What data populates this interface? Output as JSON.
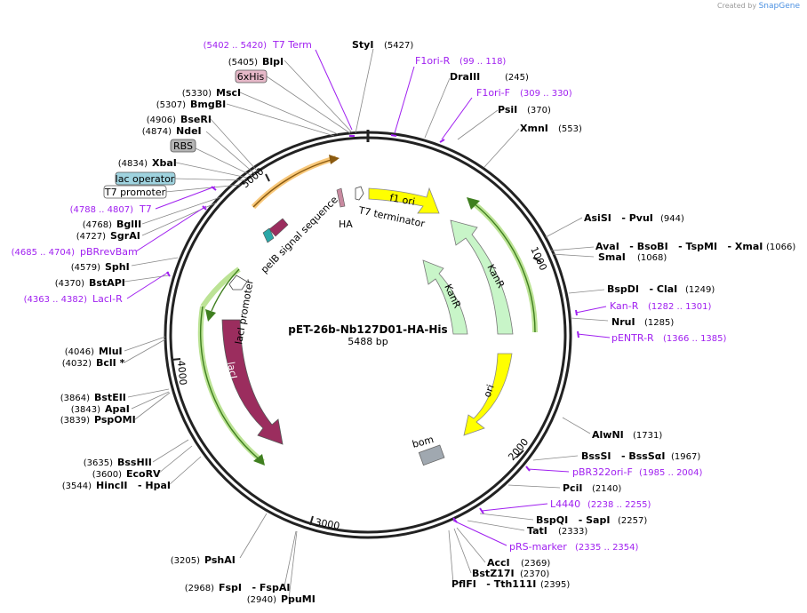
{
  "credit": {
    "prefix": "Created by",
    "brand": "SnapGene"
  },
  "plasmid": {
    "name": "pET-26b-Nb127D01-HA-His",
    "length_label": "5488 bp"
  },
  "ticks": [
    "1000",
    "2000",
    "3000",
    "4000",
    "5000"
  ],
  "sites": [
    {
      "name": "StyI",
      "pos": "(5427)",
      "color": "#000000"
    },
    {
      "name": "BlpI",
      "pos": "(5405)",
      "color": "#000000"
    },
    {
      "name": "MscI",
      "pos": "(5330)",
      "color": "#000000"
    },
    {
      "name": "BmgBI",
      "pos": "(5307)",
      "color": "#000000"
    },
    {
      "name": "BseRI",
      "pos": "(4906)",
      "color": "#000000"
    },
    {
      "name": "NdeI",
      "pos": "(4874)",
      "color": "#000000"
    },
    {
      "name": "XbaI",
      "pos": "(4834)",
      "color": "#000000"
    },
    {
      "name": "BglII",
      "pos": "(4768)",
      "color": "#000000"
    },
    {
      "name": "SgrAI",
      "pos": "(4727)",
      "color": "#000000"
    },
    {
      "name": "SphI",
      "pos": "(4579)",
      "color": "#000000"
    },
    {
      "name": "BstAPI",
      "pos": "(4370)",
      "color": "#000000"
    },
    {
      "name": "MluI",
      "pos": "(4046)",
      "color": "#000000"
    },
    {
      "name": "BclI *",
      "pos": "(4032)",
      "color": "#000000"
    },
    {
      "name": "BstEII",
      "pos": "(3864)",
      "color": "#000000"
    },
    {
      "name": "ApaI",
      "pos": "(3843)",
      "color": "#000000"
    },
    {
      "name": "PspOMI",
      "pos": "(3839)",
      "color": "#000000"
    },
    {
      "name": "BssHII",
      "pos": "(3635)",
      "color": "#000000"
    },
    {
      "name": "EcoRV",
      "pos": "(3600)",
      "color": "#000000"
    },
    {
      "name": "HincII   - HpaI",
      "pos": "(3544)",
      "color": "#000000"
    },
    {
      "name": "PshAI",
      "pos": "(3205)",
      "color": "#000000"
    },
    {
      "name": "FspI   - FspAI",
      "pos": "(2968)",
      "color": "#000000"
    },
    {
      "name": "PpuMI",
      "pos": "(2940)",
      "color": "#000000"
    },
    {
      "name": "DraIII",
      "pos": "(245)",
      "color": "#000000"
    },
    {
      "name": "PsiI",
      "pos": "(370)",
      "color": "#000000"
    },
    {
      "name": "XmnI",
      "pos": "(553)",
      "color": "#000000"
    },
    {
      "name": "AsiSI   - PvuI",
      "pos": "(944)",
      "color": "#000000"
    },
    {
      "name": "AvaI   - BsoBI   - TspMI   - XmaI",
      "pos": "(1066)",
      "color": "#000000"
    },
    {
      "name": "SmaI",
      "pos": "(1068)",
      "color": "#000000"
    },
    {
      "name": "BspDI   - ClaI",
      "pos": "(1249)",
      "color": "#000000"
    },
    {
      "name": "NruI",
      "pos": "(1285)",
      "color": "#000000"
    },
    {
      "name": "AlwNI",
      "pos": "(1731)",
      "color": "#000000"
    },
    {
      "name": "BssSI   - BssSαI",
      "pos": "(1967)",
      "color": "#000000"
    },
    {
      "name": "PciI",
      "pos": "(2140)",
      "color": "#000000"
    },
    {
      "name": "BspQI   - SapI",
      "pos": "(2257)",
      "color": "#000000"
    },
    {
      "name": "TatI",
      "pos": "(2333)",
      "color": "#000000"
    },
    {
      "name": "AccI",
      "pos": "(2369)",
      "color": "#000000"
    },
    {
      "name": "BstZ17I",
      "pos": "(2370)",
      "color": "#000000"
    },
    {
      "name": "PflFI   - Tth111I",
      "pos": "(2395)",
      "color": "#000000"
    }
  ],
  "primers": [
    {
      "name": "T7 Term",
      "pos": "(5402 .. 5420)"
    },
    {
      "name": "F1ori-R",
      "pos": "(99 .. 118)"
    },
    {
      "name": "F1ori-F",
      "pos": "(309 .. 330)"
    },
    {
      "name": "T7",
      "pos": "(4788 .. 4807)"
    },
    {
      "name": "pBRrevBam",
      "pos": "(4685 .. 4704)"
    },
    {
      "name": "LacI-R",
      "pos": "(4363 .. 4382)"
    },
    {
      "name": "Kan-R",
      "pos": "(1282 .. 1301)"
    },
    {
      "name": "pENTR-R",
      "pos": "(1366 .. 1385)"
    },
    {
      "name": "pBR322ori-F",
      "pos": "(1985 .. 2004)"
    },
    {
      "name": "L4440",
      "pos": "(2238 .. 2255)"
    },
    {
      "name": "pRS-marker",
      "pos": "(2335 .. 2354)"
    }
  ],
  "boxed_features": [
    {
      "name": "6xHis",
      "fill": "#e6b8c8"
    },
    {
      "name": "RBS",
      "fill": "#b4b4b4"
    },
    {
      "name": "lac operator",
      "fill": "#9fd3df"
    },
    {
      "name": "T7 promoter",
      "fill": "#ffffff"
    }
  ],
  "features": {
    "f1_ori": "f1 ori",
    "kanr_outer": "KanR",
    "kanr_inner": "KanR",
    "ori": "ori",
    "bom": "bom",
    "laci": "lacI",
    "laci_promoter": "lacI promoter",
    "pelb": "pelB signal sequence",
    "ha": "HA",
    "t7_terminator": "T7 terminator"
  },
  "colors": {
    "backbone": "#222222",
    "primer": "#a020f0",
    "f1_ori": "#ffff00",
    "ori": "#ffff00",
    "kanr": "#c8f5c8",
    "laci": "#9b2d5e",
    "bom": "#a0a8b0",
    "orf_arrow_green": "#8fd14f",
    "orf_arrow_orange": "#f5b041"
  }
}
